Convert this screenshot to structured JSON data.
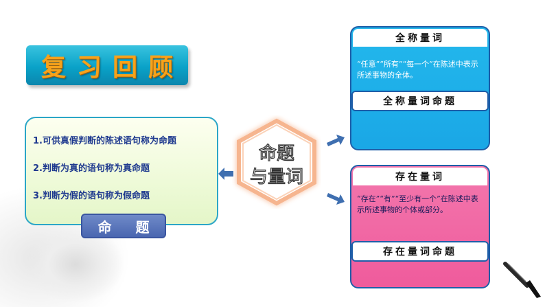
{
  "title": "复习回顾",
  "definition": {
    "items": [
      "1.可供真假判断的陈述语句称为命题",
      "2.判断为真的语句称为真命题",
      "3.判断为假的语句称为假命题"
    ],
    "label": "命 题"
  },
  "center": {
    "line1": "命题",
    "line2": "与量词"
  },
  "universal": {
    "header": "全称量词",
    "text": "“任意”“所有”“每一个”在陈述中表示所述事物的全体。",
    "proposition": "全称量词命题"
  },
  "existential": {
    "header": "存在量词",
    "text": "“存在”“有”“至少有一个”在陈述中表示所述事物的个体或部分。",
    "proposition": "存在量词命题"
  },
  "colors": {
    "title_bg": "#0aa2c8",
    "title_text": "#f7a21a",
    "definition_text": "#1f3a8f",
    "universal_bg": "#1aa7e6",
    "existential_bg": "#ef5b9c",
    "arrow": "#3f6fb0",
    "hexagon_glow": "#f6b28a"
  }
}
